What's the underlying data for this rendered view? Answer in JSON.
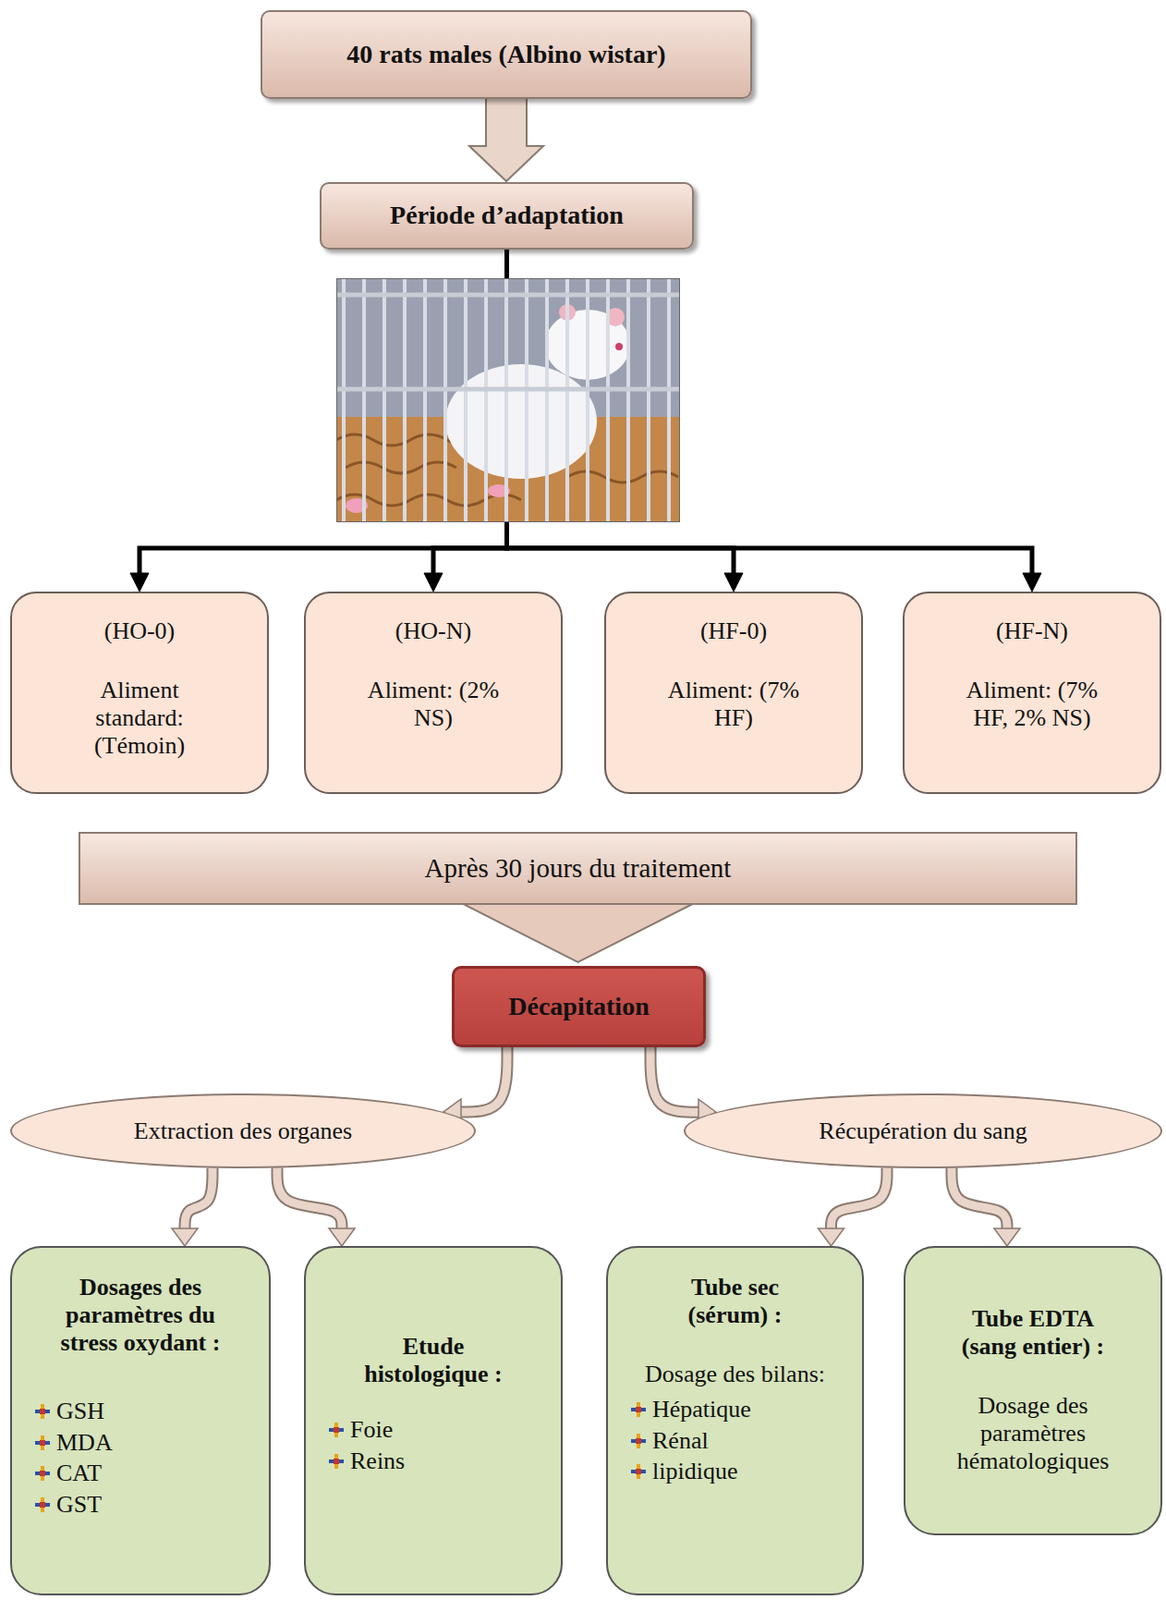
{
  "diagram": {
    "nodes": [
      {
        "text": [
          "40 rats males (Albino wistar)"
        ]
      },
      {
        "text": [
          "Période d’adaptation"
        ]
      },
      {
        "text": [
          "(HO-0)",
          "Aliment standard: (Témoin)"
        ]
      },
      {
        "text": [
          "(HO-N)",
          "Aliment: (2% NS)"
        ]
      },
      {
        "text": [
          "(HF-0)",
          "Aliment: (7% HF)"
        ]
      },
      {
        "text": [
          "(HF-N)",
          "Aliment: (7% HF, 2% NS)"
        ]
      },
      {
        "text": [
          "Après 30 jours du traitement"
        ]
      },
      {
        "text": [
          "Décapitation"
        ]
      },
      {
        "text": [
          "Extraction des organes"
        ]
      },
      {
        "text": [
          "Récupération du sang"
        ]
      },
      {
        "text": [
          "Dosages des paramètres du stress oxydant :",
          "GSH",
          "MDA",
          "CAT",
          "GST"
        ]
      },
      {
        "text": [
          "Etude histologique :",
          "Foie",
          "Reins"
        ]
      },
      {
        "text": [
          "Tube sec (sérum) :",
          "Dosage des bilans:",
          "Hépatique",
          "Rénal",
          "lipidique"
        ]
      },
      {
        "text": [
          "Tube EDTA (sang entier) :",
          "Dosage des paramètres hématologiques"
        ]
      }
    ],
    "edges": [
      {
        "from": 0,
        "to": 1,
        "arrow": "to"
      },
      {
        "from": 1,
        "to": 2,
        "arrow": "to"
      },
      {
        "from": 1,
        "to": 3,
        "arrow": "to"
      },
      {
        "from": 1,
        "to": 4,
        "arrow": "to"
      },
      {
        "from": 1,
        "to": 5,
        "arrow": "to"
      },
      {
        "from": 6,
        "to": 7,
        "arrow": "to"
      },
      {
        "from": 7,
        "to": 8,
        "arrow": "to"
      },
      {
        "from": 7,
        "to": 9,
        "arrow": "to"
      },
      {
        "from": 8,
        "to": 10,
        "arrow": "to"
      },
      {
        "from": 8,
        "to": 11,
        "arrow": "to"
      },
      {
        "from": 9,
        "to": 12,
        "arrow": "to"
      },
      {
        "from": 9,
        "to": 13,
        "arrow": "to"
      }
    ]
  }
}
